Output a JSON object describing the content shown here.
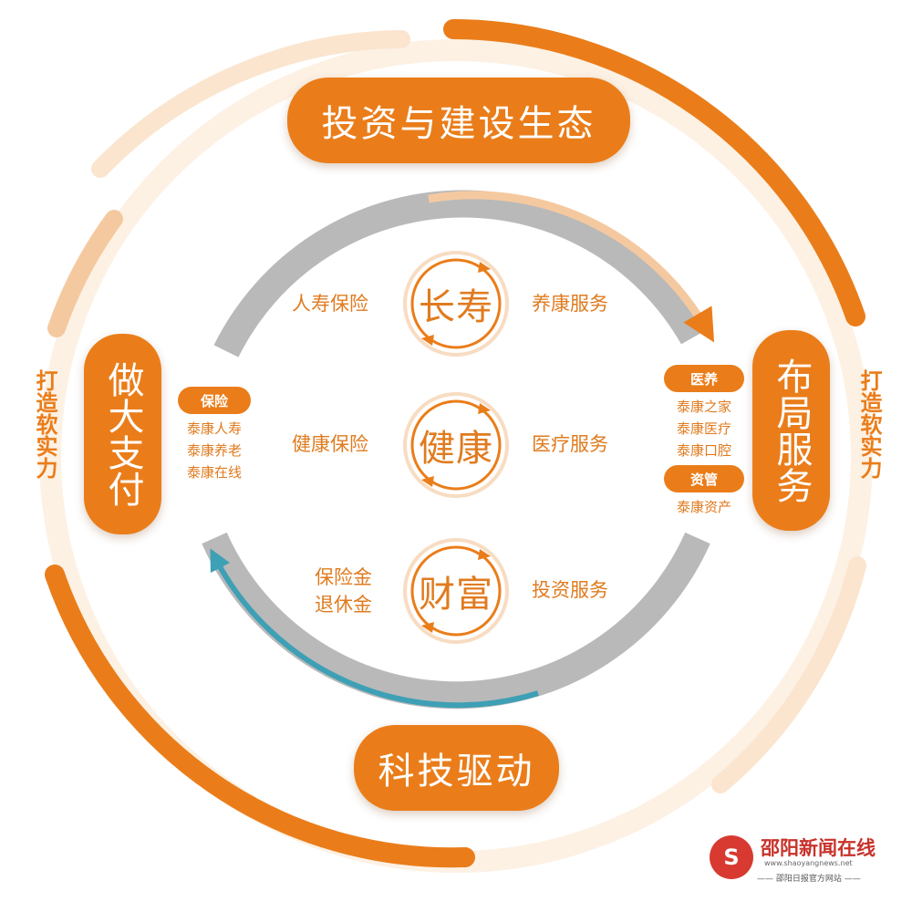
{
  "top_banner": "投资与建设生态",
  "bottom_banner": "科技驱动",
  "left_pillar": "做大支付",
  "right_pillar": "布局服务",
  "left_tag": "打造软实力",
  "right_tag": "打造软实力",
  "left_panel": {
    "badge": "保险",
    "items": [
      "泰康人寿",
      "泰康养老",
      "泰康在线"
    ]
  },
  "right_panel": {
    "badge1": "医养",
    "items1": [
      "泰康之家",
      "泰康医疗",
      "泰康口腔"
    ],
    "badge2": "资管",
    "items2": [
      "泰康资产"
    ]
  },
  "nodes": [
    {
      "label": "长寿",
      "left": "人寿保险",
      "right": "养康服务"
    },
    {
      "label": "健康",
      "left": "健康保险",
      "right": "医疗服务"
    },
    {
      "label": "财富",
      "left_lines": [
        "保险金",
        "退休金"
      ],
      "right": "投资服务"
    }
  ],
  "logo": {
    "title": "邵阳新闻在线",
    "url": "www.shaoyangnews.net",
    "subtitle": "—— 邵阳日报官方网站 ——"
  },
  "colors": {
    "orange": "#ea7d1a",
    "light_orange": "#f5c9a0",
    "gray": "#b9b9b9",
    "teal": "#3ea0b5"
  }
}
